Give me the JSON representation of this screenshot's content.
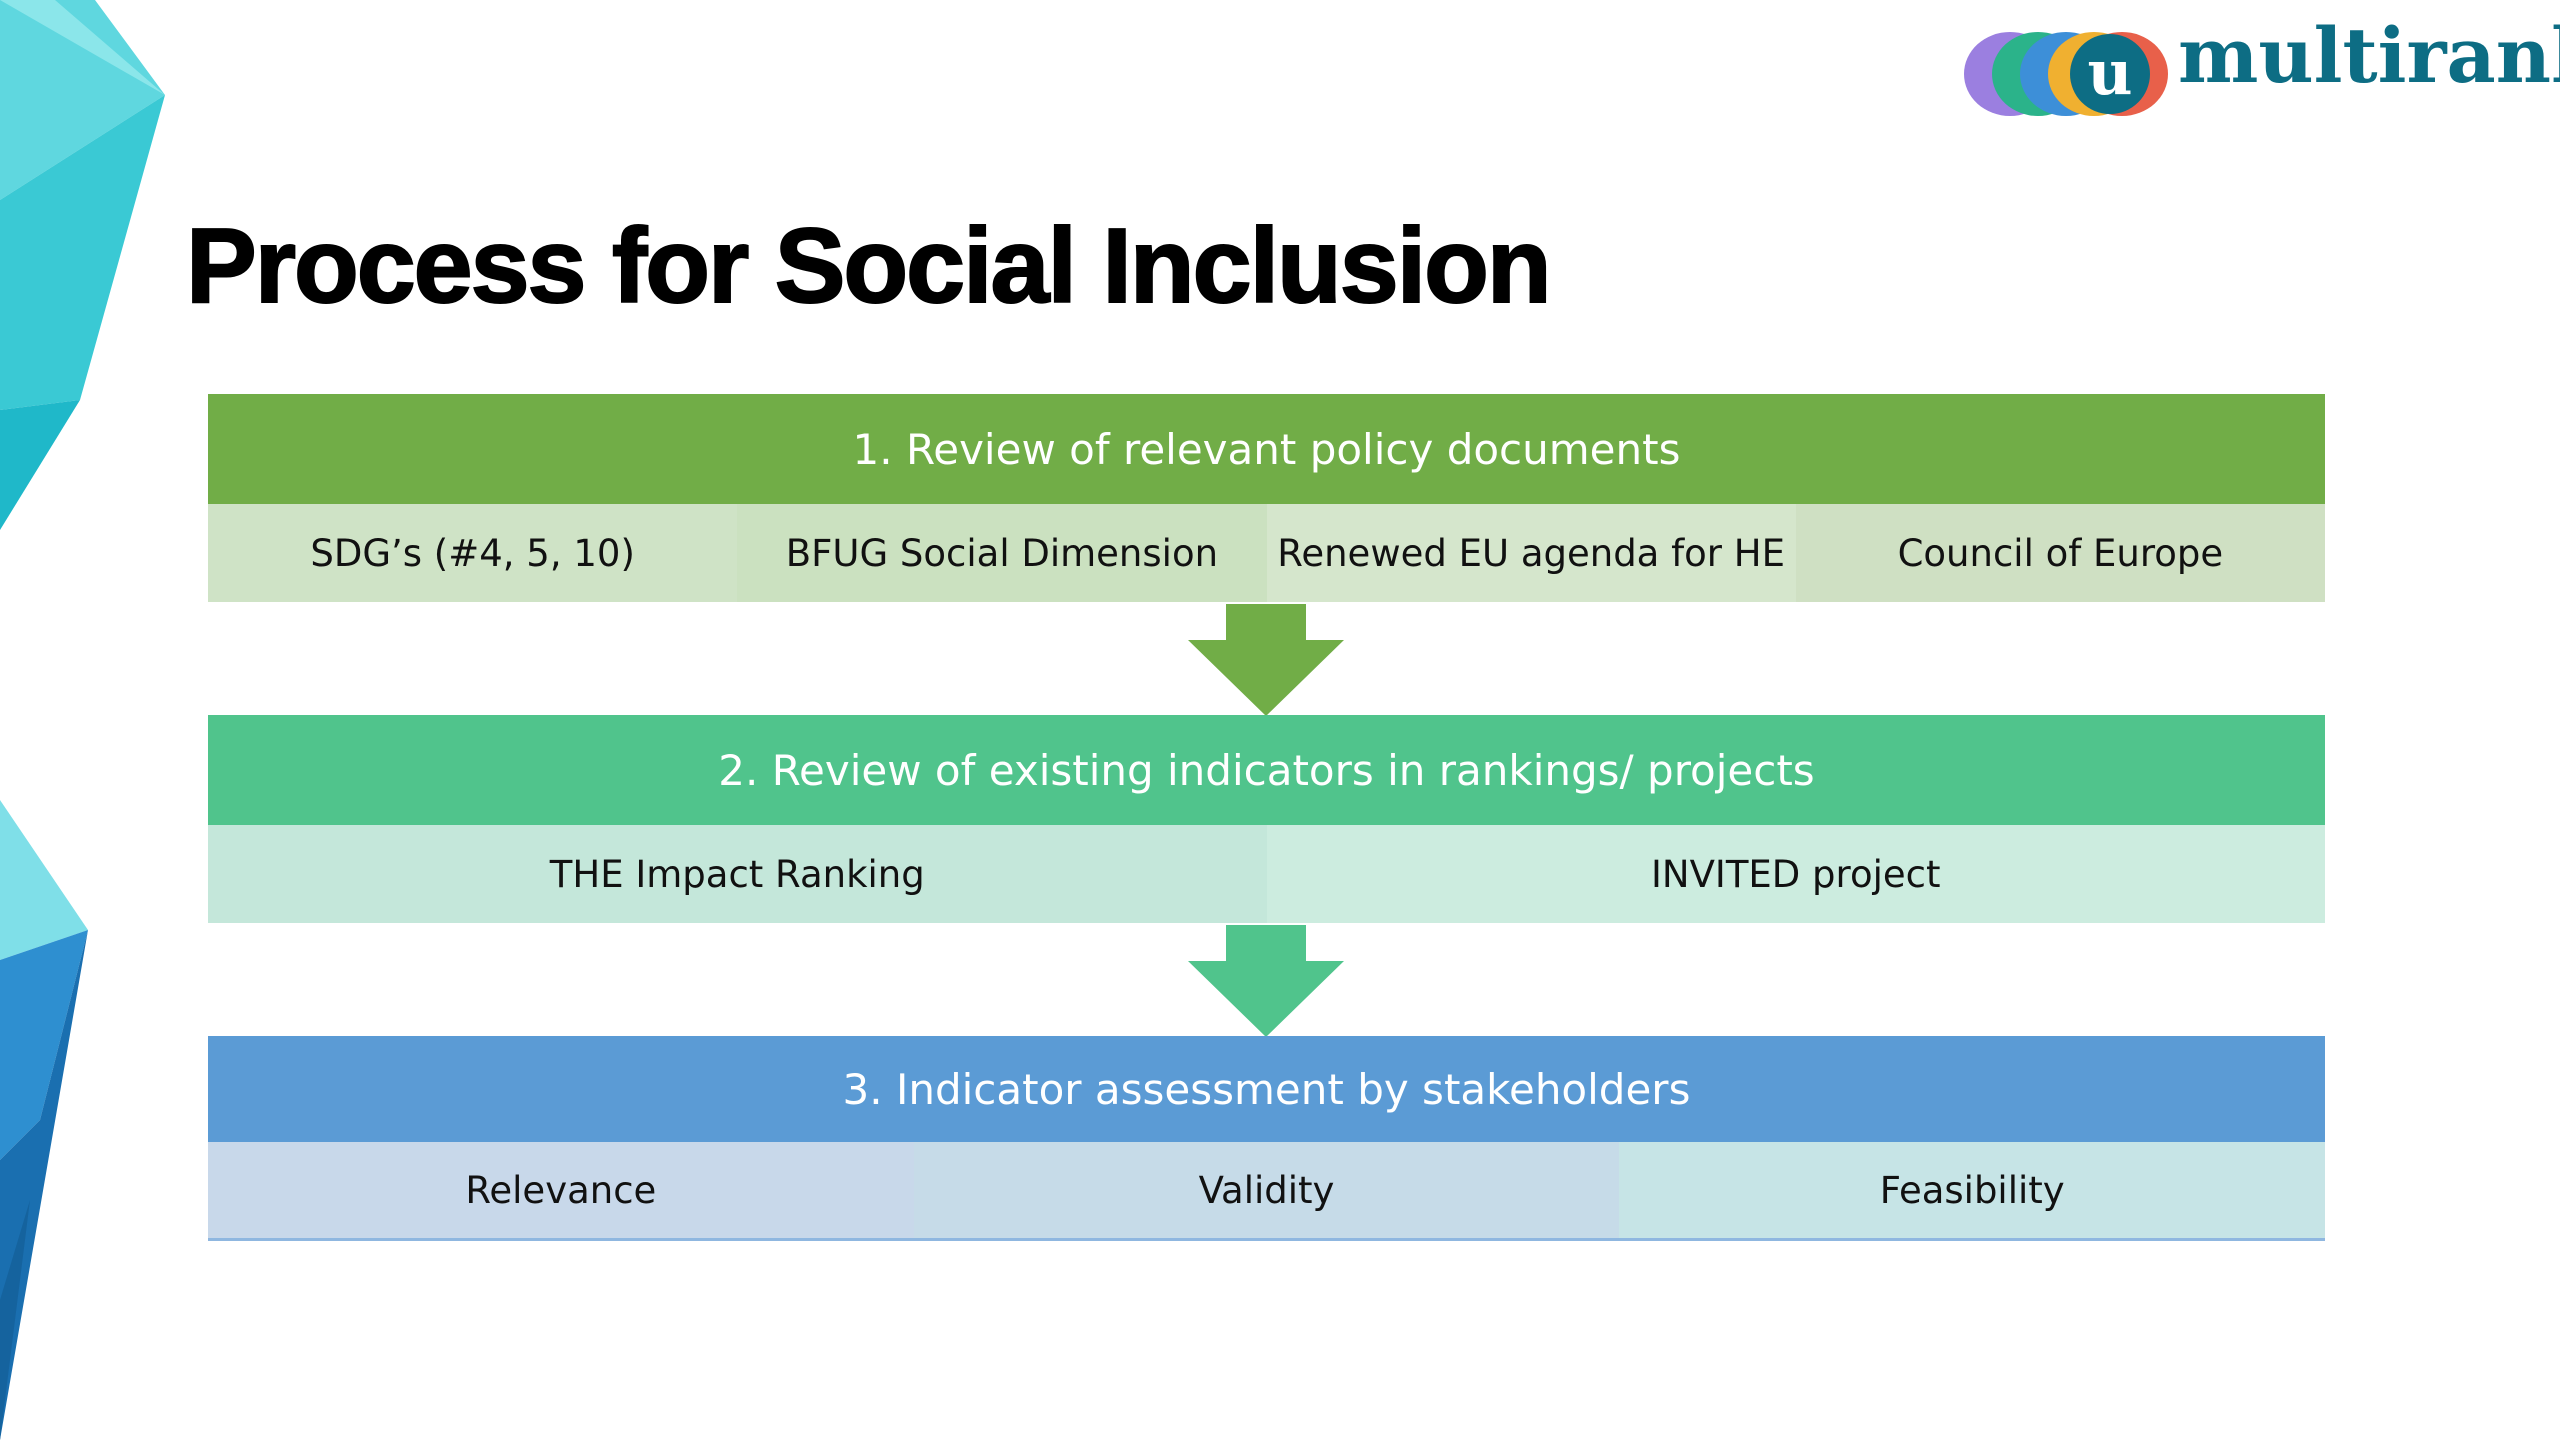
{
  "logo": {
    "text": "multirank",
    "letter": "u"
  },
  "title": "Process for Social Inclusion",
  "steps": [
    {
      "header": "1. Review of relevant policy documents",
      "color": "#71ad47",
      "items": [
        "SDG’s (#4, 5, 10)",
        "BFUG Social Dimension",
        "Renewed EU agenda for HE",
        "Council of Europe"
      ]
    },
    {
      "header": "2. Review of existing indicators in rankings/  projects",
      "color": "#50c48c",
      "items": [
        "THE Impact Ranking",
        "INVITED project"
      ]
    },
    {
      "header": "3. Indicator assessment by stakeholders",
      "color": "#5b9bd5",
      "items": [
        "Relevance",
        "Validity",
        "Feasibility"
      ]
    }
  ],
  "icons": [
    "down-arrow-icon",
    "multirank-logo-icon"
  ]
}
